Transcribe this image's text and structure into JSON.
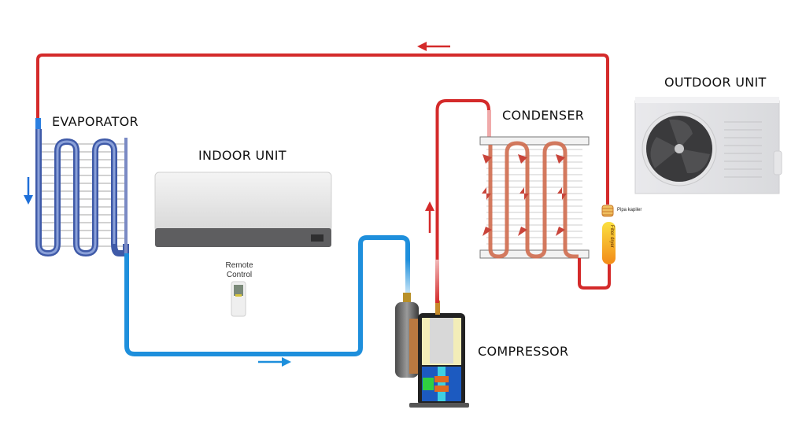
{
  "title": "Air Conditioner Refrigeration Cycle",
  "labels": {
    "evaporator": "EVAPORATOR",
    "indoor_unit": "INDOOR UNIT",
    "remote_control_line1": "Remote",
    "remote_control_line2": "Control",
    "condenser": "CONDENSER",
    "outdoor_unit": "OUTDOOR UNIT",
    "compressor": "COMPRESSOR",
    "capillary_pipe": "Pipa kapiler",
    "filter_dryer": "Filter dryer"
  },
  "colors": {
    "hot_line": "#d42a2a",
    "cold_line": "#1e8fdc",
    "evaporator_coil": "#5a6fb0",
    "condenser_coil": "#d07050",
    "filter_dryer": "#f5a020"
  },
  "flow_directions": {
    "top_line": "left",
    "evaporator": "down",
    "suction_line": "right",
    "discharge_line": "up"
  }
}
